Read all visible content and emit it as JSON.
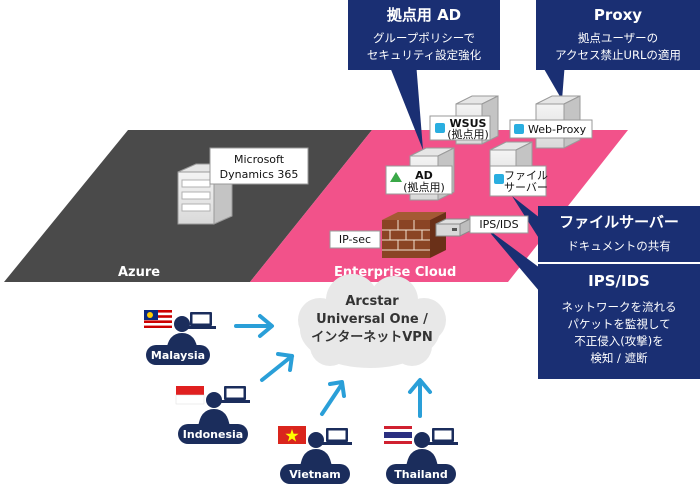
{
  "callouts": {
    "ad": {
      "title": "拠点用 AD",
      "lines": [
        "グループポリシーで",
        "セキュリティ設定強化"
      ]
    },
    "proxy": {
      "title": "Proxy",
      "lines": [
        "拠点ユーザーの",
        "アクセス禁止URLの適用"
      ]
    },
    "fileserver": {
      "title": "ファイルサーバー",
      "lines": [
        "ドキュメントの共有"
      ]
    },
    "ipsids": {
      "title": "IPS/IDS",
      "lines": [
        "ネットワークを流れる",
        "パケットを監視して",
        "不正侵入(攻撃)を",
        "検知 / 遮断"
      ]
    }
  },
  "platforms": {
    "azure": "Azure",
    "enterprise": "Enterprise Cloud"
  },
  "labels": {
    "dynamics": [
      "Microsoft",
      "Dynamics 365"
    ],
    "wsus": [
      "WSUS",
      "(拠点用)"
    ],
    "webproxy": "Web-Proxy",
    "ad": [
      "AD",
      "(拠点用)"
    ],
    "file": [
      "ファイル",
      "サーバー"
    ],
    "ipsec": "IP-sec",
    "ipsids": "IPS/IDS"
  },
  "cloud": [
    "Arcstar",
    "Universal One /",
    "インターネットVPN"
  ],
  "countries": {
    "malaysia": "Malaysia",
    "indonesia": "Indonesia",
    "vietnam": "Vietnam",
    "thailand": "Thailand"
  },
  "colors": {
    "navy": "#1a2f73",
    "pink": "#f2528a",
    "gray": "#4a4a4a",
    "arrow": "#2a9fd8"
  }
}
